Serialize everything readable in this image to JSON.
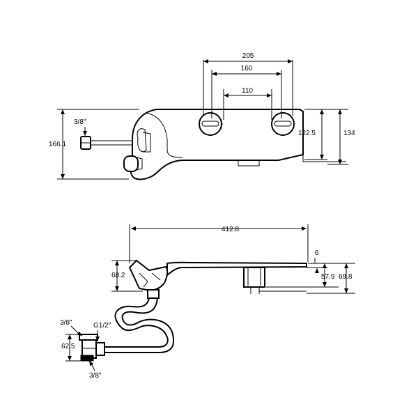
{
  "top_view": {
    "dims": {
      "outer_spacing": "205",
      "middle_spacing": "160",
      "inner_spacing": "110",
      "hose_thread": "3/8\"",
      "total_depth": "166.1",
      "body_depth": "122.5",
      "bracket_depth": "134"
    }
  },
  "side_view": {
    "dims": {
      "total_length": "412.8",
      "plate_thickness": "6",
      "head_height": "68.2",
      "body_height": "57.9",
      "bracket_height": "69.8",
      "tee_top_thread": "3/8\"",
      "tee_inlet_thread": "G1/2\"",
      "tee_height": "62.5",
      "tee_bottom_thread": "3/8\""
    }
  }
}
